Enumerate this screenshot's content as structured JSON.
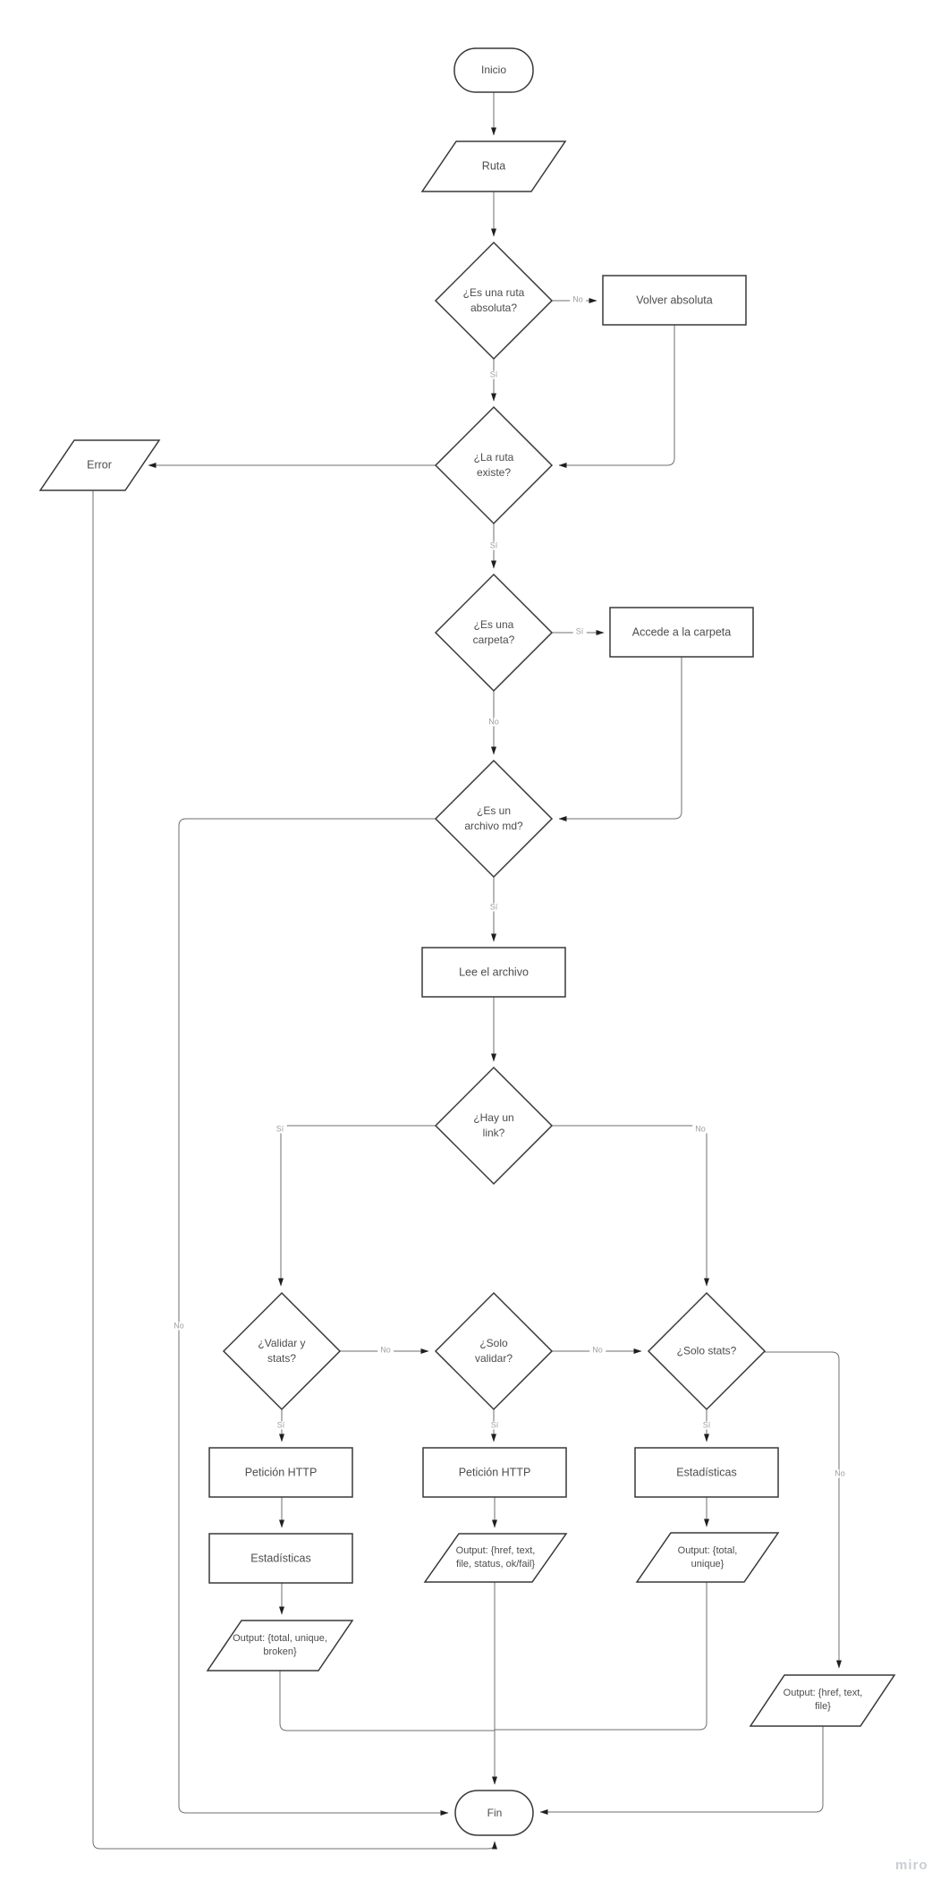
{
  "app": {
    "watermark": "miro"
  },
  "labels": {
    "yes": "Sí",
    "no": "No"
  },
  "nodes": {
    "inicio": "Inicio",
    "ruta": "Ruta",
    "es_ruta_absoluta": "¿Es una ruta absoluta?",
    "volver_absoluta": "Volver absoluta",
    "la_ruta_existe": "¿La ruta existe?",
    "error": "Error",
    "es_una_carpeta": "¿Es una carpeta?",
    "accede_carpeta": "Accede a la carpeta",
    "es_archivo_md": "¿Es un archivo md?",
    "lee_archivo": "Lee el archivo",
    "hay_un_link": "¿Hay un link?",
    "validar_y_stats": "¿Validar y stats?",
    "solo_validar": "¿Solo validar?",
    "solo_stats": "¿Solo stats?",
    "peticion_http_left": "Petición HTTP",
    "peticion_http_mid": "Petición HTTP",
    "estadisticas_right": "Estadísticas",
    "estadisticas_left": "Estadísticas",
    "output_mid": "Output: {href, text, file, status, ok/fail}",
    "output_right": "Output: {total, unique}",
    "output_left": "Output: {total, unique, broken}",
    "output_far_right": "Output: {href, text, file}",
    "fin": "Fin"
  },
  "colors": {
    "shape_border": "#383838",
    "connector": "#6f6f6f",
    "arrow": "#1f1f1f",
    "node_text": "#4d4d4d",
    "edge_label_text": "#9e9e9e",
    "watermark": "#c9cdd3"
  }
}
